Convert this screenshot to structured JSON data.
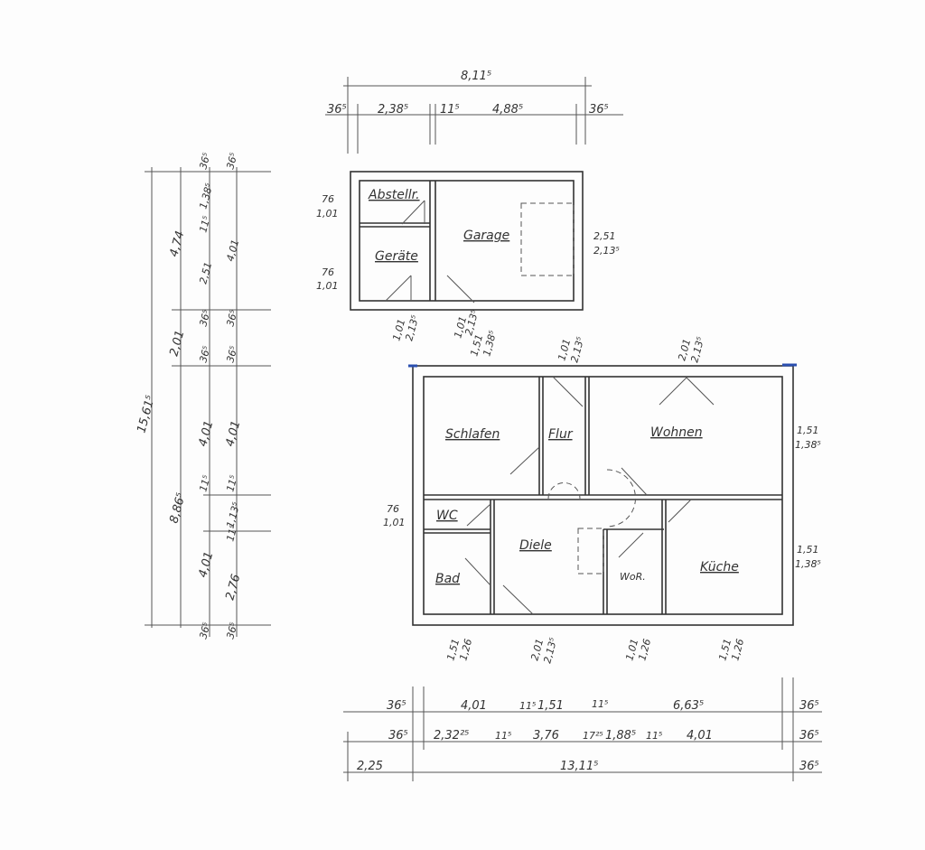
{
  "garage_building": {
    "rooms": {
      "abstell": "Abstellr.",
      "garage": "Garage",
      "geraete": "Geräte"
    },
    "dims_top": {
      "total": "8,11⁵",
      "a": "36⁵",
      "b": "2,38⁵",
      "c": "11⁵",
      "d": "4,88⁵",
      "e": "36⁵"
    },
    "windows": {
      "abstell": [
        "76",
        "1,01"
      ],
      "geraete": [
        "76",
        "1,01"
      ],
      "garage_door": [
        "2,51",
        "2,13⁵"
      ],
      "door_geraete": [
        "1,01",
        "2,13⁵"
      ],
      "door_garage": [
        "1,01",
        "2,13⁵",
        "1,51",
        "1,38⁵"
      ]
    }
  },
  "house": {
    "rooms": {
      "schlafen": "Schlafen",
      "flur": "Flur",
      "wohnen": "Wohnen",
      "wc": "WC",
      "diele": "Diele",
      "bad": "Bad",
      "wor": "WoR.",
      "kueche": "Küche"
    },
    "windows": {
      "flur_top": [
        "1,01",
        "2,13⁵"
      ],
      "wohnen_top": [
        "2,01",
        "2,13⁵"
      ],
      "wohnen_right": [
        "1,51",
        "1,38⁵"
      ],
      "kueche_right": [
        "1,51",
        "1,38⁵"
      ],
      "wc_left": [
        "76",
        "1,01"
      ],
      "bad_bottom": [
        "1,51",
        "1,26"
      ],
      "diele_bottom": [
        "2,01",
        "2,13⁵"
      ],
      "wor_bottom": [
        "1,01",
        "1,26"
      ],
      "kueche_bottom": [
        "1,51",
        "1,26"
      ]
    },
    "dims_bottom": {
      "row1": [
        "36⁵",
        "4,01",
        "11⁵",
        "1,51",
        "11⁵",
        "6,63⁵",
        "36⁵"
      ],
      "row2": [
        "36⁵",
        "2,32²⁵",
        "11⁵",
        "3,76",
        "17²⁵",
        "1,88⁵",
        "11⁵",
        "4,01",
        "36⁵"
      ],
      "row3": [
        "2,25",
        "13,11⁵",
        "36⁵"
      ]
    }
  },
  "dims_left": {
    "total": "15,61⁵",
    "col2": [
      "4,74",
      "2,01",
      "8,86⁵"
    ],
    "col3": [
      "36⁵",
      "1,38⁵",
      "11⁵",
      "2,51",
      "36⁵",
      "36⁵",
      "4,01",
      "11⁵",
      "4,01",
      "36⁵"
    ],
    "col4": [
      "36⁵",
      "4,01",
      "36⁵",
      "36⁵",
      "4,01",
      "11⁵",
      "1,13⁵",
      "11⁵",
      "2,76",
      "36⁵"
    ]
  }
}
